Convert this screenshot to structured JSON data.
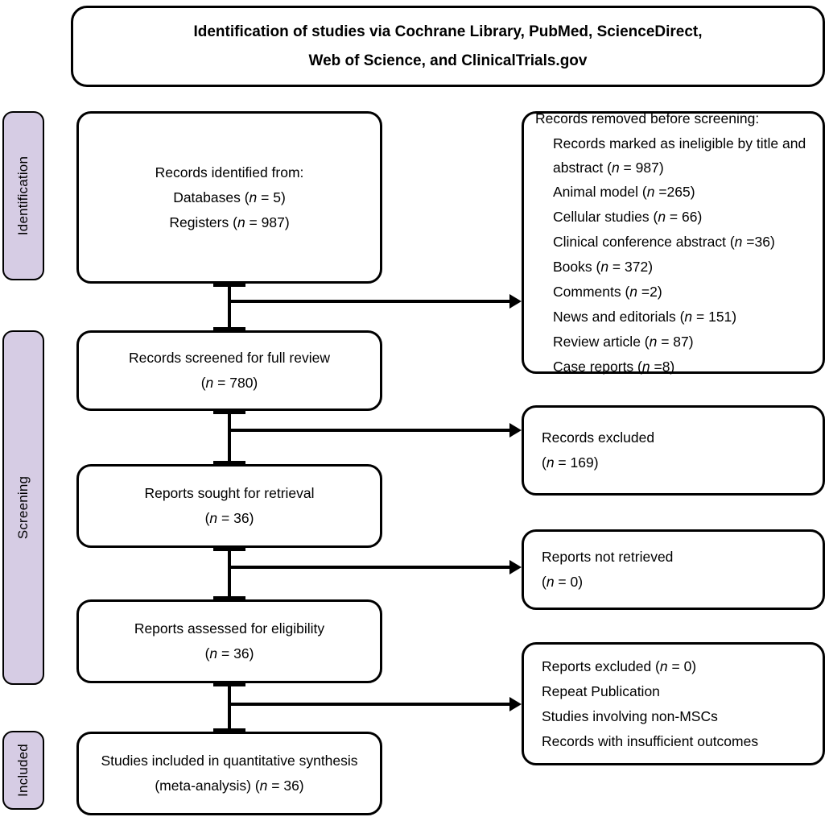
{
  "title": {
    "line1": "Identification of studies via Cochrane Library, PubMed, ScienceDirect,",
    "line2": "Web of Science, and ClinicalTrials.gov"
  },
  "phases": [
    {
      "label": "Identification"
    },
    {
      "label": "Screening"
    },
    {
      "label": "Included"
    }
  ],
  "flow": {
    "identified": {
      "line1": "Records identified from:",
      "line2": "Databases (n = 5)",
      "line3": "Registers (n = 987)"
    },
    "screened": {
      "line1": "Records screened for full review",
      "line2": "(n = 780)"
    },
    "sought": {
      "line1": "Reports sought for retrieval",
      "line2": "(n = 36)"
    },
    "assessed": {
      "line1": "Reports assessed for eligibility",
      "line2": "(n = 36)"
    },
    "included": {
      "line1": "Studies included in quantitative synthesis",
      "line2": "(meta-analysis) (n = 36)"
    }
  },
  "exclusions": {
    "removed_before_screening": {
      "heading": "Records removed before screening:",
      "items": [
        "Records marked as ineligible by title and abstract (n = 987)",
        "Animal model (n =265)",
        "Cellular studies (n = 66)",
        "Clinical conference abstract (n =36)",
        "Books (n = 372)",
        "Comments (n =2)",
        "News and editorials (n = 151)",
        "Review article (n = 87)",
        "Case reports (n =8)"
      ]
    },
    "records_excluded": {
      "line1": "Records excluded",
      "line2": "(n = 169)"
    },
    "reports_not_retrieved": {
      "line1": "Reports not retrieved",
      "line2": "(n = 0)"
    },
    "reports_excluded": {
      "line1": "Reports excluded (n = 0)",
      "line2": "Repeat Publication",
      "line3": "Studies involving non-MSCs",
      "line4": "Records with insufficient outcomes"
    }
  },
  "colors": {
    "phase_bar_fill": "#d6cce4",
    "stroke": "#000000",
    "box_fill": "#ffffff"
  }
}
